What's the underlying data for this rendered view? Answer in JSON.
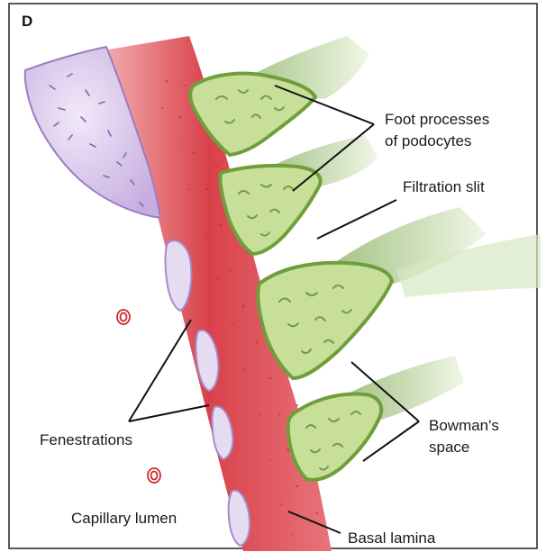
{
  "panel_letter": "D",
  "labels": {
    "foot_processes_line1": "Foot processes",
    "foot_processes_line2": "of podocytes",
    "filtration_slit": "Filtration slit",
    "bowmans_space_line1": "Bowman's",
    "bowmans_space_line2": "space",
    "fenestrations": "Fenestrations",
    "capillary_lumen": "Capillary lumen",
    "basal_lamina": "Basal lamina"
  },
  "colors": {
    "basal_lamina": "#d9414a",
    "basal_lamina_light": "#f0a3a6",
    "endothelium": "#b99ad6",
    "endothelium_light": "#e6d9f2",
    "podocyte_fill": "#c8df9a",
    "podocyte_edge": "#6f9e3a",
    "podocyte_stalk": "#a9c98a",
    "leader_line": "#111111",
    "red_cell": "#cc2b2b"
  },
  "icons": [
    "red-blood-cell-icon"
  ]
}
